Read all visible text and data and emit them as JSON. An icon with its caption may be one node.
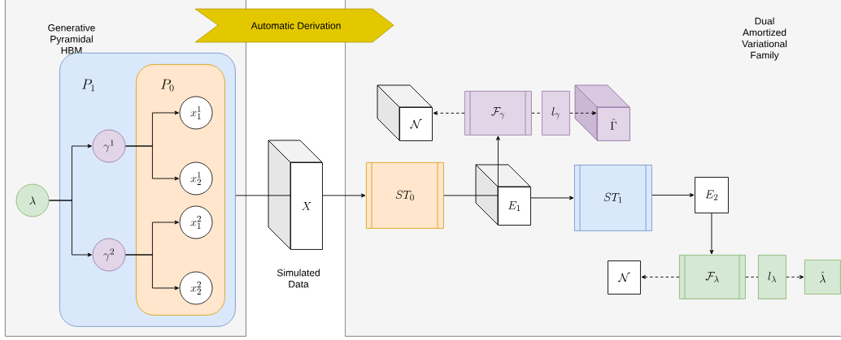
{
  "diagram": {
    "nodes": [
      {
        "text": [
          "Generative Pyramidal HBM"
        ]
      },
      {
        "text": [
          "P_1"
        ],
        "in": 0
      },
      {
        "text": [
          "P_0"
        ],
        "in": 1
      },
      {
        "text": [
          "\\lambda"
        ],
        "in": 0
      },
      {
        "text": [
          "\\gamma^1"
        ],
        "in": 1
      },
      {
        "text": [
          "\\gamma^2"
        ],
        "in": 1
      },
      {
        "text": [
          "x_1^1"
        ],
        "in": 2
      },
      {
        "text": [
          "x_2^1"
        ],
        "in": 2
      },
      {
        "text": [
          "x_1^2"
        ],
        "in": 2
      },
      {
        "text": [
          "x_2^2"
        ],
        "in": 2
      },
      {
        "text": [
          "Automatic Derivation"
        ]
      },
      {
        "text": [
          "X"
        ],
        "beside": [
          "Simulated Data"
        ]
      },
      {
        "text": [
          "Dual Amortized Variational Family"
        ]
      },
      {
        "text": [
          "\\mathcal{N}"
        ],
        "in": 12
      },
      {
        "text": [
          "\\mathcal{F}_\\gamma"
        ],
        "in": 12
      },
      {
        "text": [
          "l_\\gamma"
        ],
        "in": 12
      },
      {
        "text": [
          "\\hat{\\Gamma}"
        ],
        "in": 12
      },
      {
        "text": [
          "ST_0"
        ],
        "in": 12
      },
      {
        "text": [
          "E_1"
        ],
        "in": 12
      },
      {
        "text": [
          "ST_1"
        ],
        "in": 12
      },
      {
        "text": [
          "E_2"
        ],
        "in": 12
      },
      {
        "text": [
          "\\mathcal{N}"
        ],
        "in": 12
      },
      {
        "text": [
          "\\mathcal{F}_\\lambda"
        ],
        "in": 12
      },
      {
        "text": [
          "l_\\lambda"
        ],
        "in": 12
      },
      {
        "text": [
          "\\hat{\\lambda}"
        ],
        "in": 12
      }
    ],
    "edges": [
      {
        "from": 3,
        "to": 4,
        "arrow": "to"
      },
      {
        "from": 3,
        "to": 5,
        "arrow": "to"
      },
      {
        "from": 4,
        "to": 6,
        "arrow": "to"
      },
      {
        "from": 4,
        "to": 7,
        "arrow": "to"
      },
      {
        "from": 5,
        "to": 8,
        "arrow": "to"
      },
      {
        "from": 5,
        "to": 9,
        "arrow": "to"
      },
      {
        "from": 1,
        "to": 11,
        "arrow": "none"
      },
      {
        "from": 11,
        "to": 17,
        "arrow": "to"
      },
      {
        "from": 17,
        "to": 18,
        "arrow": "none"
      },
      {
        "from": 18,
        "to": 14,
        "arrow": "to"
      },
      {
        "from": 18,
        "to": 19,
        "arrow": "to"
      },
      {
        "from": 19,
        "to": 20,
        "arrow": "to"
      },
      {
        "from": 20,
        "to": 22,
        "arrow": "to"
      },
      {
        "from": 14,
        "to": 13,
        "arrow": "to",
        "style": "dashed"
      },
      {
        "from": 14,
        "to": 15,
        "arrow": "none",
        "style": "dashed"
      },
      {
        "from": 15,
        "to": 16,
        "arrow": "to",
        "style": "dashed"
      },
      {
        "from": 22,
        "to": 21,
        "arrow": "to",
        "style": "dashed"
      },
      {
        "from": 22,
        "to": 23,
        "arrow": "none",
        "style": "dashed"
      },
      {
        "from": 23,
        "to": 24,
        "arrow": "to",
        "style": "dashed"
      }
    ]
  }
}
